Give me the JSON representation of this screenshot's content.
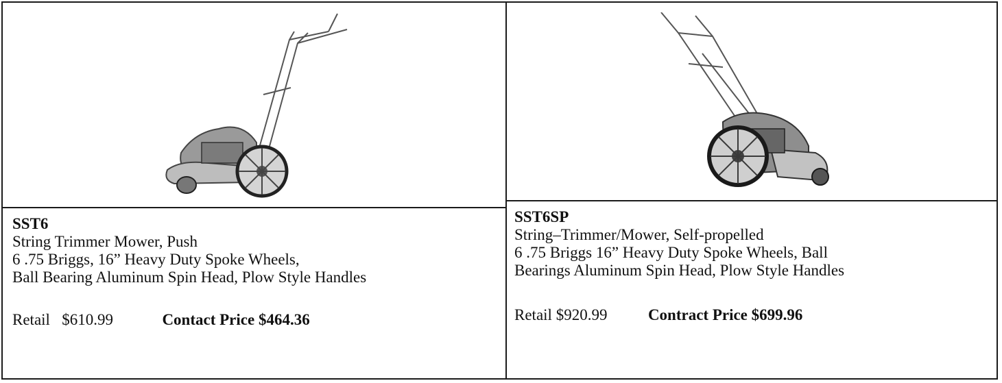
{
  "products": [
    {
      "code": "SST6",
      "name": "String Trimmer Mower, Push",
      "spec_line1": "6 .75 Briggs, 16” Heavy Duty Spoke Wheels,",
      "spec_line2": "Ball Bearing Aluminum Spin Head, Plow Style Handles",
      "retail_label": "Retail",
      "retail_price": "$610.99",
      "contract_label": "Contact Price",
      "contract_price": "$464.36"
    },
    {
      "code": "SST6SP",
      "name": "String–Trimmer/Mower, Self-propelled",
      "spec_line1": "6 .75 Briggs 16” Heavy Duty Spoke Wheels, Ball",
      "spec_line2": "Bearings Aluminum Spin Head, Plow Style Handles",
      "retail_label": "Retail",
      "retail_price": "$920.99",
      "contract_label": "Contract Price",
      "contract_price": "$699.96"
    }
  ]
}
